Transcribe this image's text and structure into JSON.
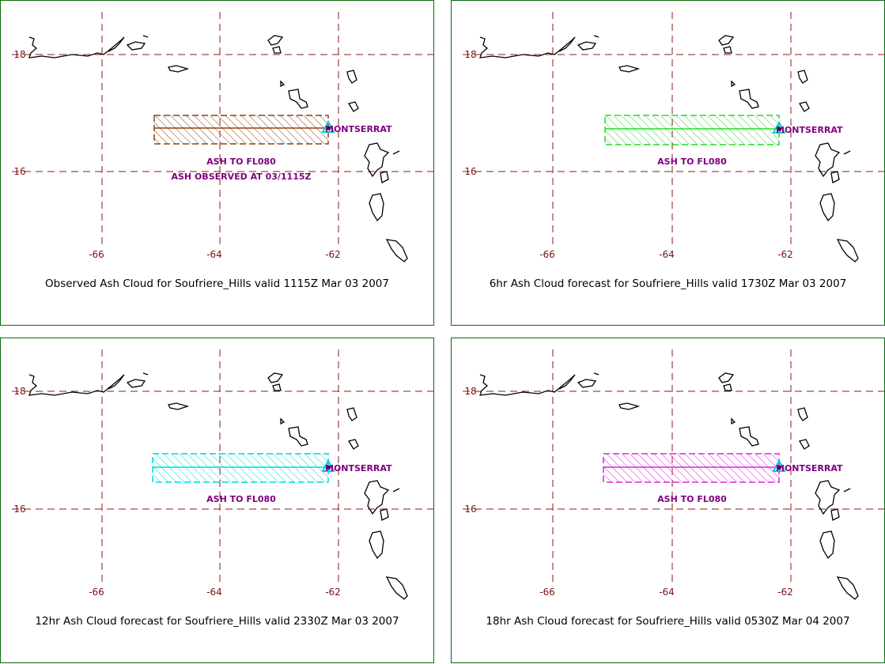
{
  "grid": {
    "lat_ticks": [
      "18",
      "16"
    ],
    "lon_ticks": [
      "-66",
      "-64",
      "-62"
    ],
    "grid_color": "#8b1a1a"
  },
  "coast_color": "#000000",
  "volcano_marker_color": "#00d0e0",
  "label_color": "#800080",
  "panels": [
    {
      "caption": "Observed Ash Cloud for Soufriere_Hills valid 1115Z Mar 03 2007",
      "volcano_label": "MONTSERRAT",
      "ash_color": "#8b4513",
      "notes": [
        "ASH TO FL080",
        "ASH OBSERVED AT 03/1115Z"
      ]
    },
    {
      "caption": "6hr Ash Cloud forecast for Soufriere_Hills valid 1730Z Mar 03 2007",
      "volcano_label": "MONTSERRAT",
      "ash_color": "#22dd22",
      "notes": [
        "ASH TO FL080"
      ]
    },
    {
      "caption": "12hr Ash Cloud forecast for Soufriere_Hills valid 2330Z Mar 03 2007",
      "volcano_label": "MONTSERRAT",
      "ash_color": "#00d8d8",
      "notes": [
        "ASH TO FL080"
      ]
    },
    {
      "caption": "18hr Ash Cloud forecast for Soufriere_Hills valid 0530Z Mar 04 2007",
      "volcano_label": "MONTSERRAT",
      "ash_color": "#e020e0",
      "notes": [
        "ASH TO FL080"
      ]
    }
  ]
}
